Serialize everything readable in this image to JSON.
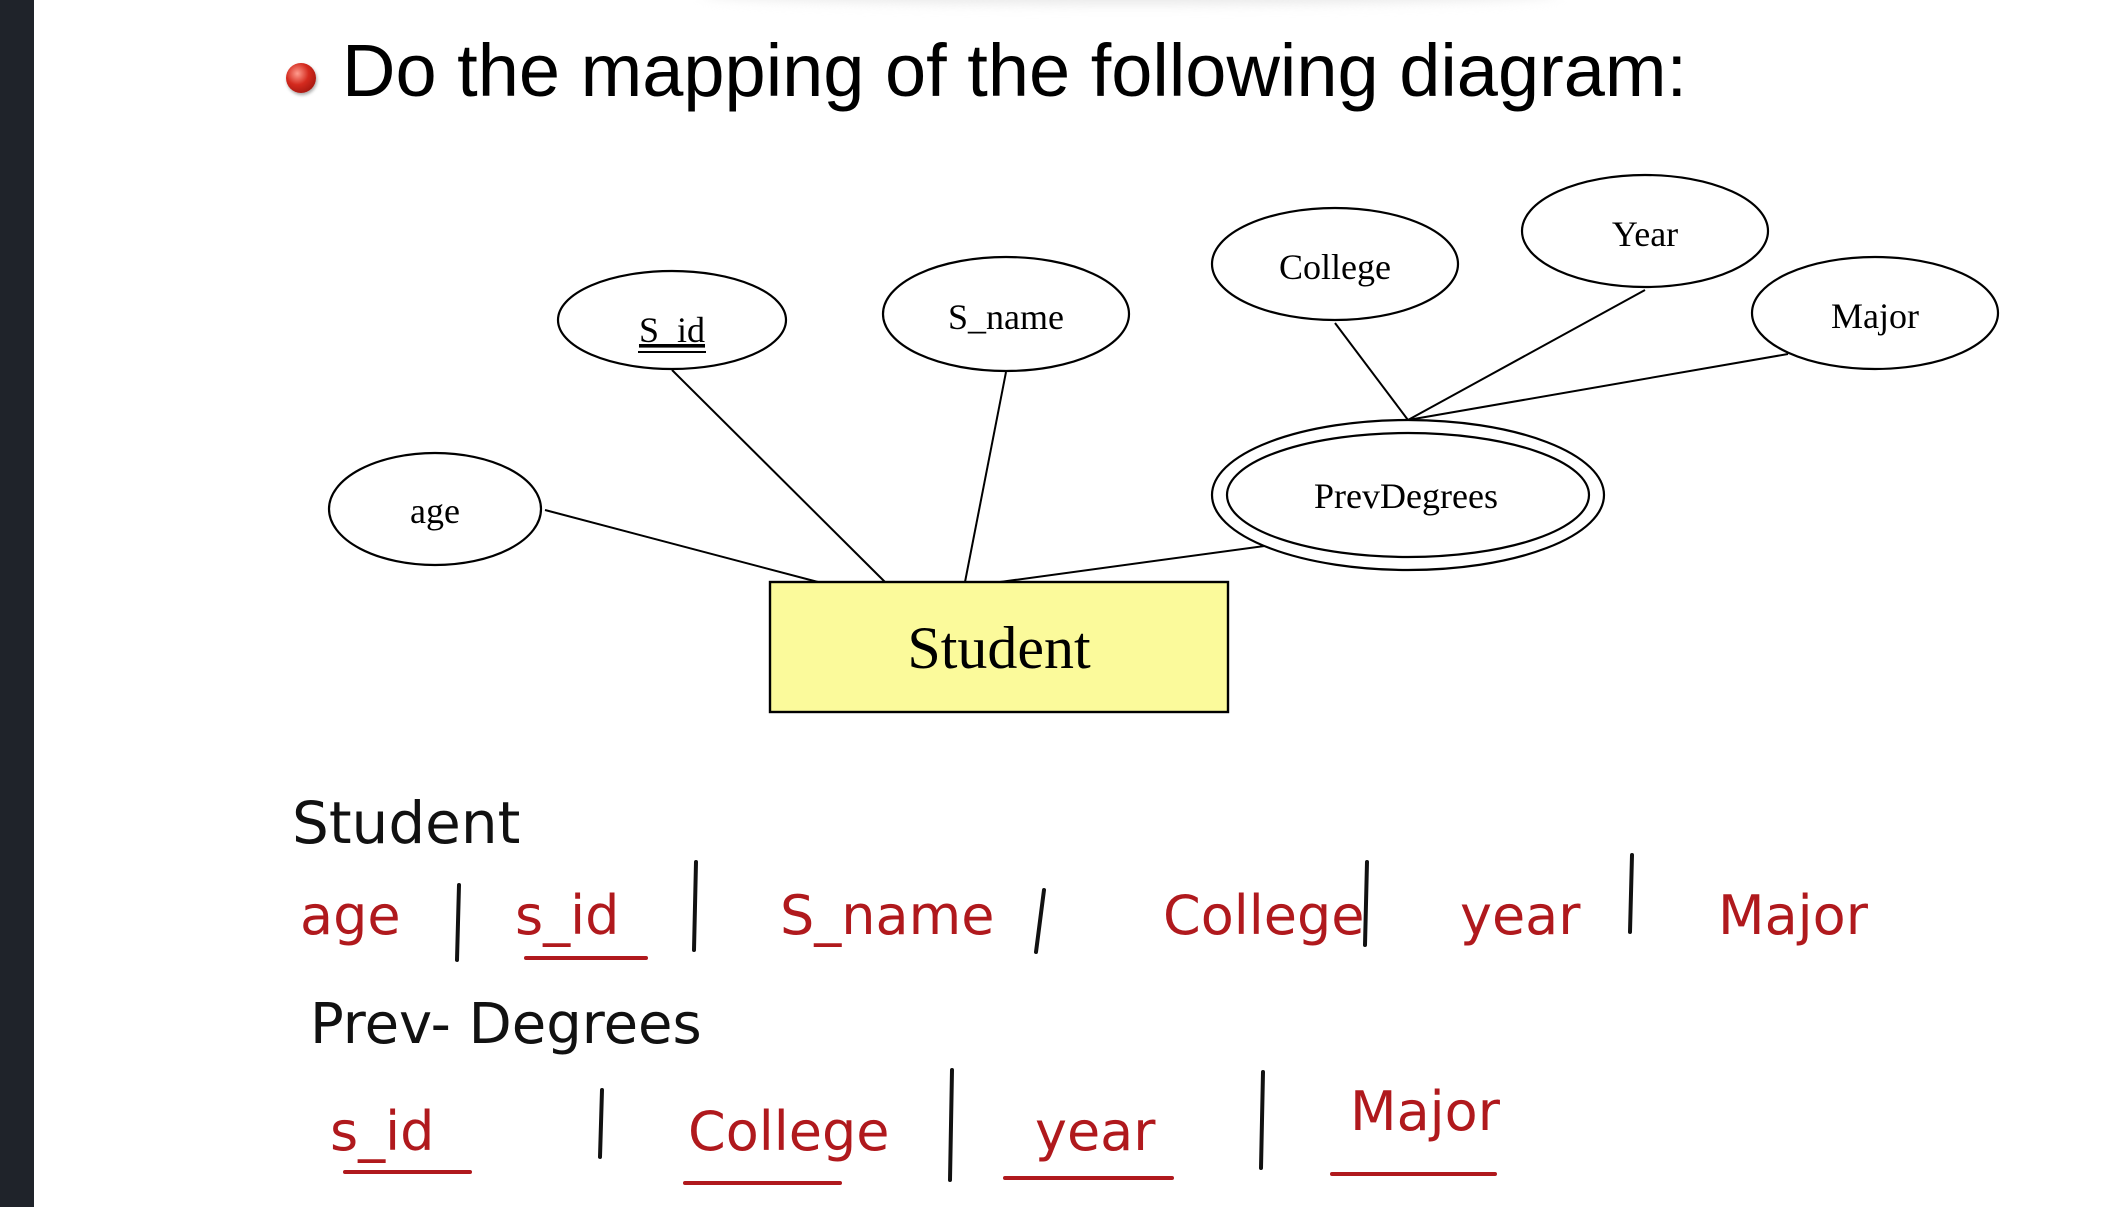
{
  "heading": "Do the mapping of the following diagram:",
  "colors": {
    "entity_fill": "#fbfa9b",
    "handwriting_black": "#111111",
    "handwriting_red": "#b0191d",
    "bullet": "#c8231a"
  },
  "icons": {
    "bullet": "red-sphere-bullet-icon"
  },
  "er_diagram": {
    "entity": "Student",
    "attributes": {
      "age": "age",
      "s_id": "S_id",
      "s_name": "S_name",
      "prev_degrees": "PrevDegrees",
      "college": "College",
      "year": "Year",
      "major": "Major"
    }
  },
  "handwritten": {
    "table1_name": "Student",
    "table1_columns": [
      "age",
      "s_id",
      "S_name",
      "College",
      "year",
      "Major"
    ],
    "table2_name": "Prev- Degrees",
    "table2_columns": [
      "s_id",
      "College",
      "year",
      "Major"
    ]
  }
}
